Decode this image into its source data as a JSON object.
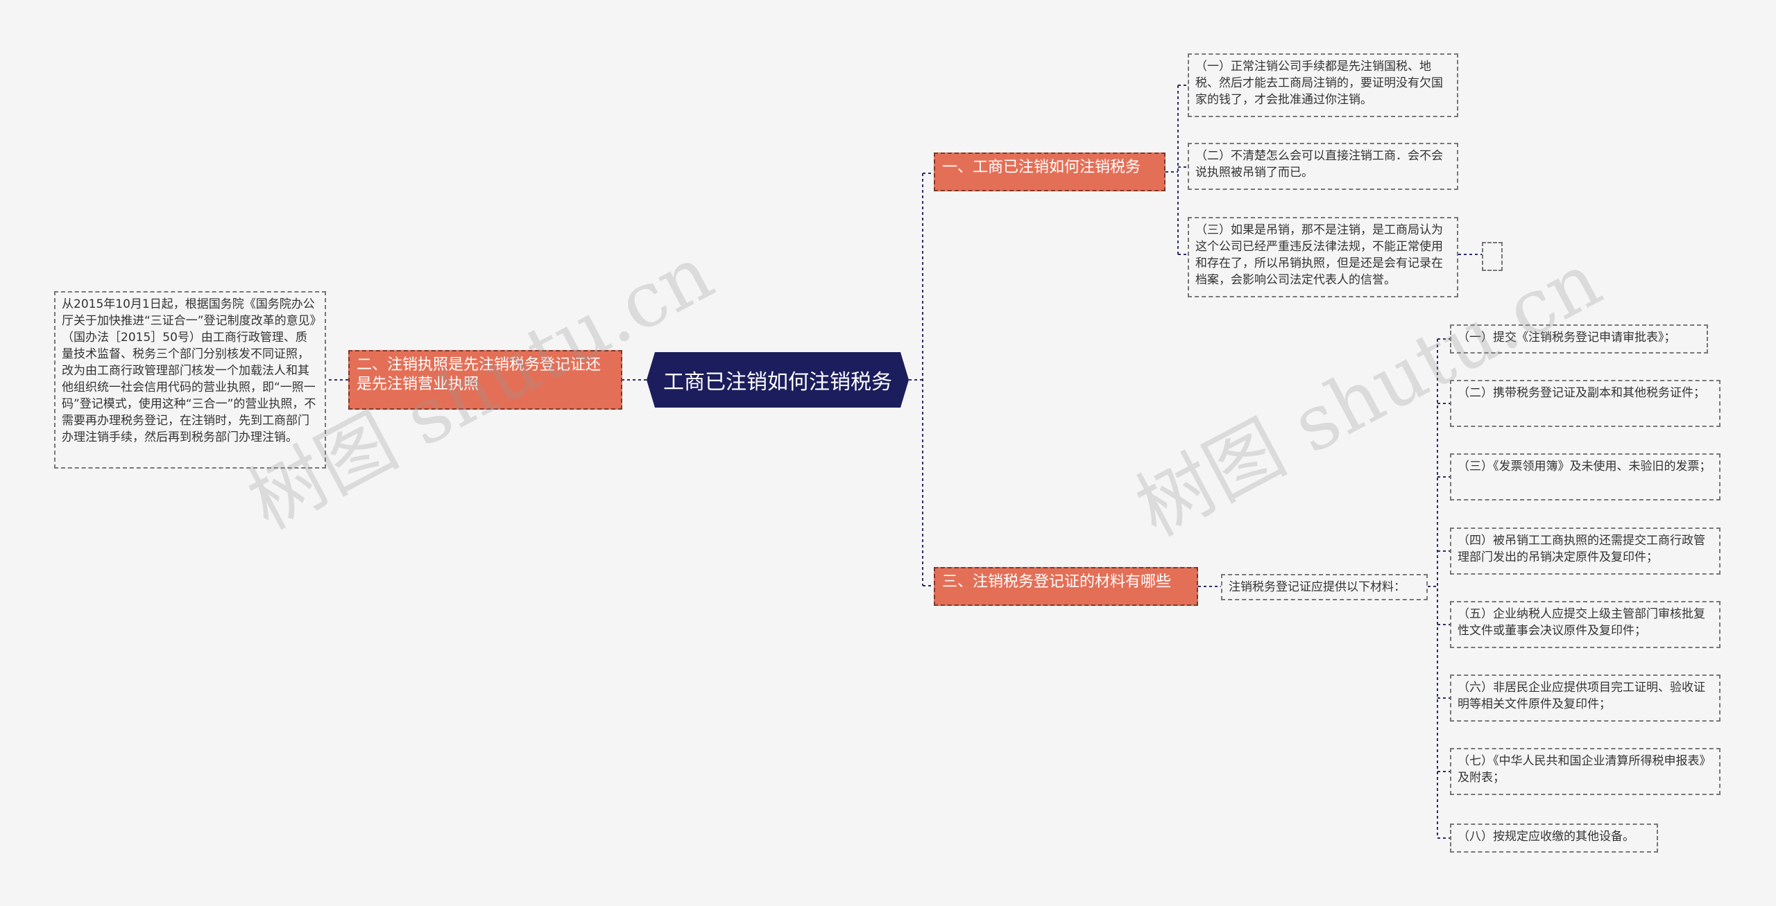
{
  "root": {
    "title": "工商已注销如何注销税务"
  },
  "branches": [
    {
      "label": "一、工商已注销如何注销税务"
    },
    {
      "label": "二、注销执照是先注销税务登记证还是先注销营业执照"
    },
    {
      "label": "三、注销税务登记证的材料有哪些"
    }
  ],
  "branch1_leaves": [
    "（一）正常注销公司手续都是先注销国税、地税、然后才能去工商局注销的，要证明没有欠国家的钱了，才会批准通过你注销。",
    "（二）不清楚怎么会可以直接注销工商．会不会说执照被吊销了而已。",
    "（三）如果是吊销，那不是注销，是工商局认为这个公司已经严重违反法律法规，不能正常使用和存在了，所以吊销执照，但是还是会有记录在档案，会影响公司法定代表人的信誉。"
  ],
  "branch2_leaf": "从2015年10月1日起，根据国务院《国务院办公厅关于加快推进“三证合一”登记制度改革的意见》（国办法［2015］50号）由工商行政管理、质量技术监督、税务三个部门分别核发不同证照，改为由工商行政管理部门核发一个加载法人和其他组织统一社会信用代码的营业执照，即“一照一码”登记模式，使用这种“三合一”的营业执照，不需要再办理税务登记，在注销时，先到工商部门办理注销手续，然后再到税务部门办理注销。",
  "branch3_mid": "注销税务登记证应提供以下材料：",
  "branch3_items": [
    "（一）提交《注销税务登记申请审批表》；",
    "（二）携带税务登记证及副本和其他税务证件；",
    "（三）《发票领用簿》及未使用、未验旧的发票；",
    "（四）被吊销工工商执照的还需提交工商行政管理部门发出的吊销决定原件及复印件；",
    "（五）企业纳税人应提交上级主管部门审核批复性文件或董事会决议原件及复印件；",
    "（六）非居民企业应提供项目完工证明、验收证明等相关文件原件及复印件；",
    "（七）《中华人民共和国企业清算所得税申报表》及附表；",
    "（八）按规定应收缴的其他设备。"
  ],
  "watermarks": [
    "树图 shutu.cn",
    "树图 shutu.cn"
  ],
  "colors": {
    "root": "#1b1d5c",
    "branch": "#e46f57",
    "line": "#2b2d6b",
    "background": "#f5f5f5"
  }
}
